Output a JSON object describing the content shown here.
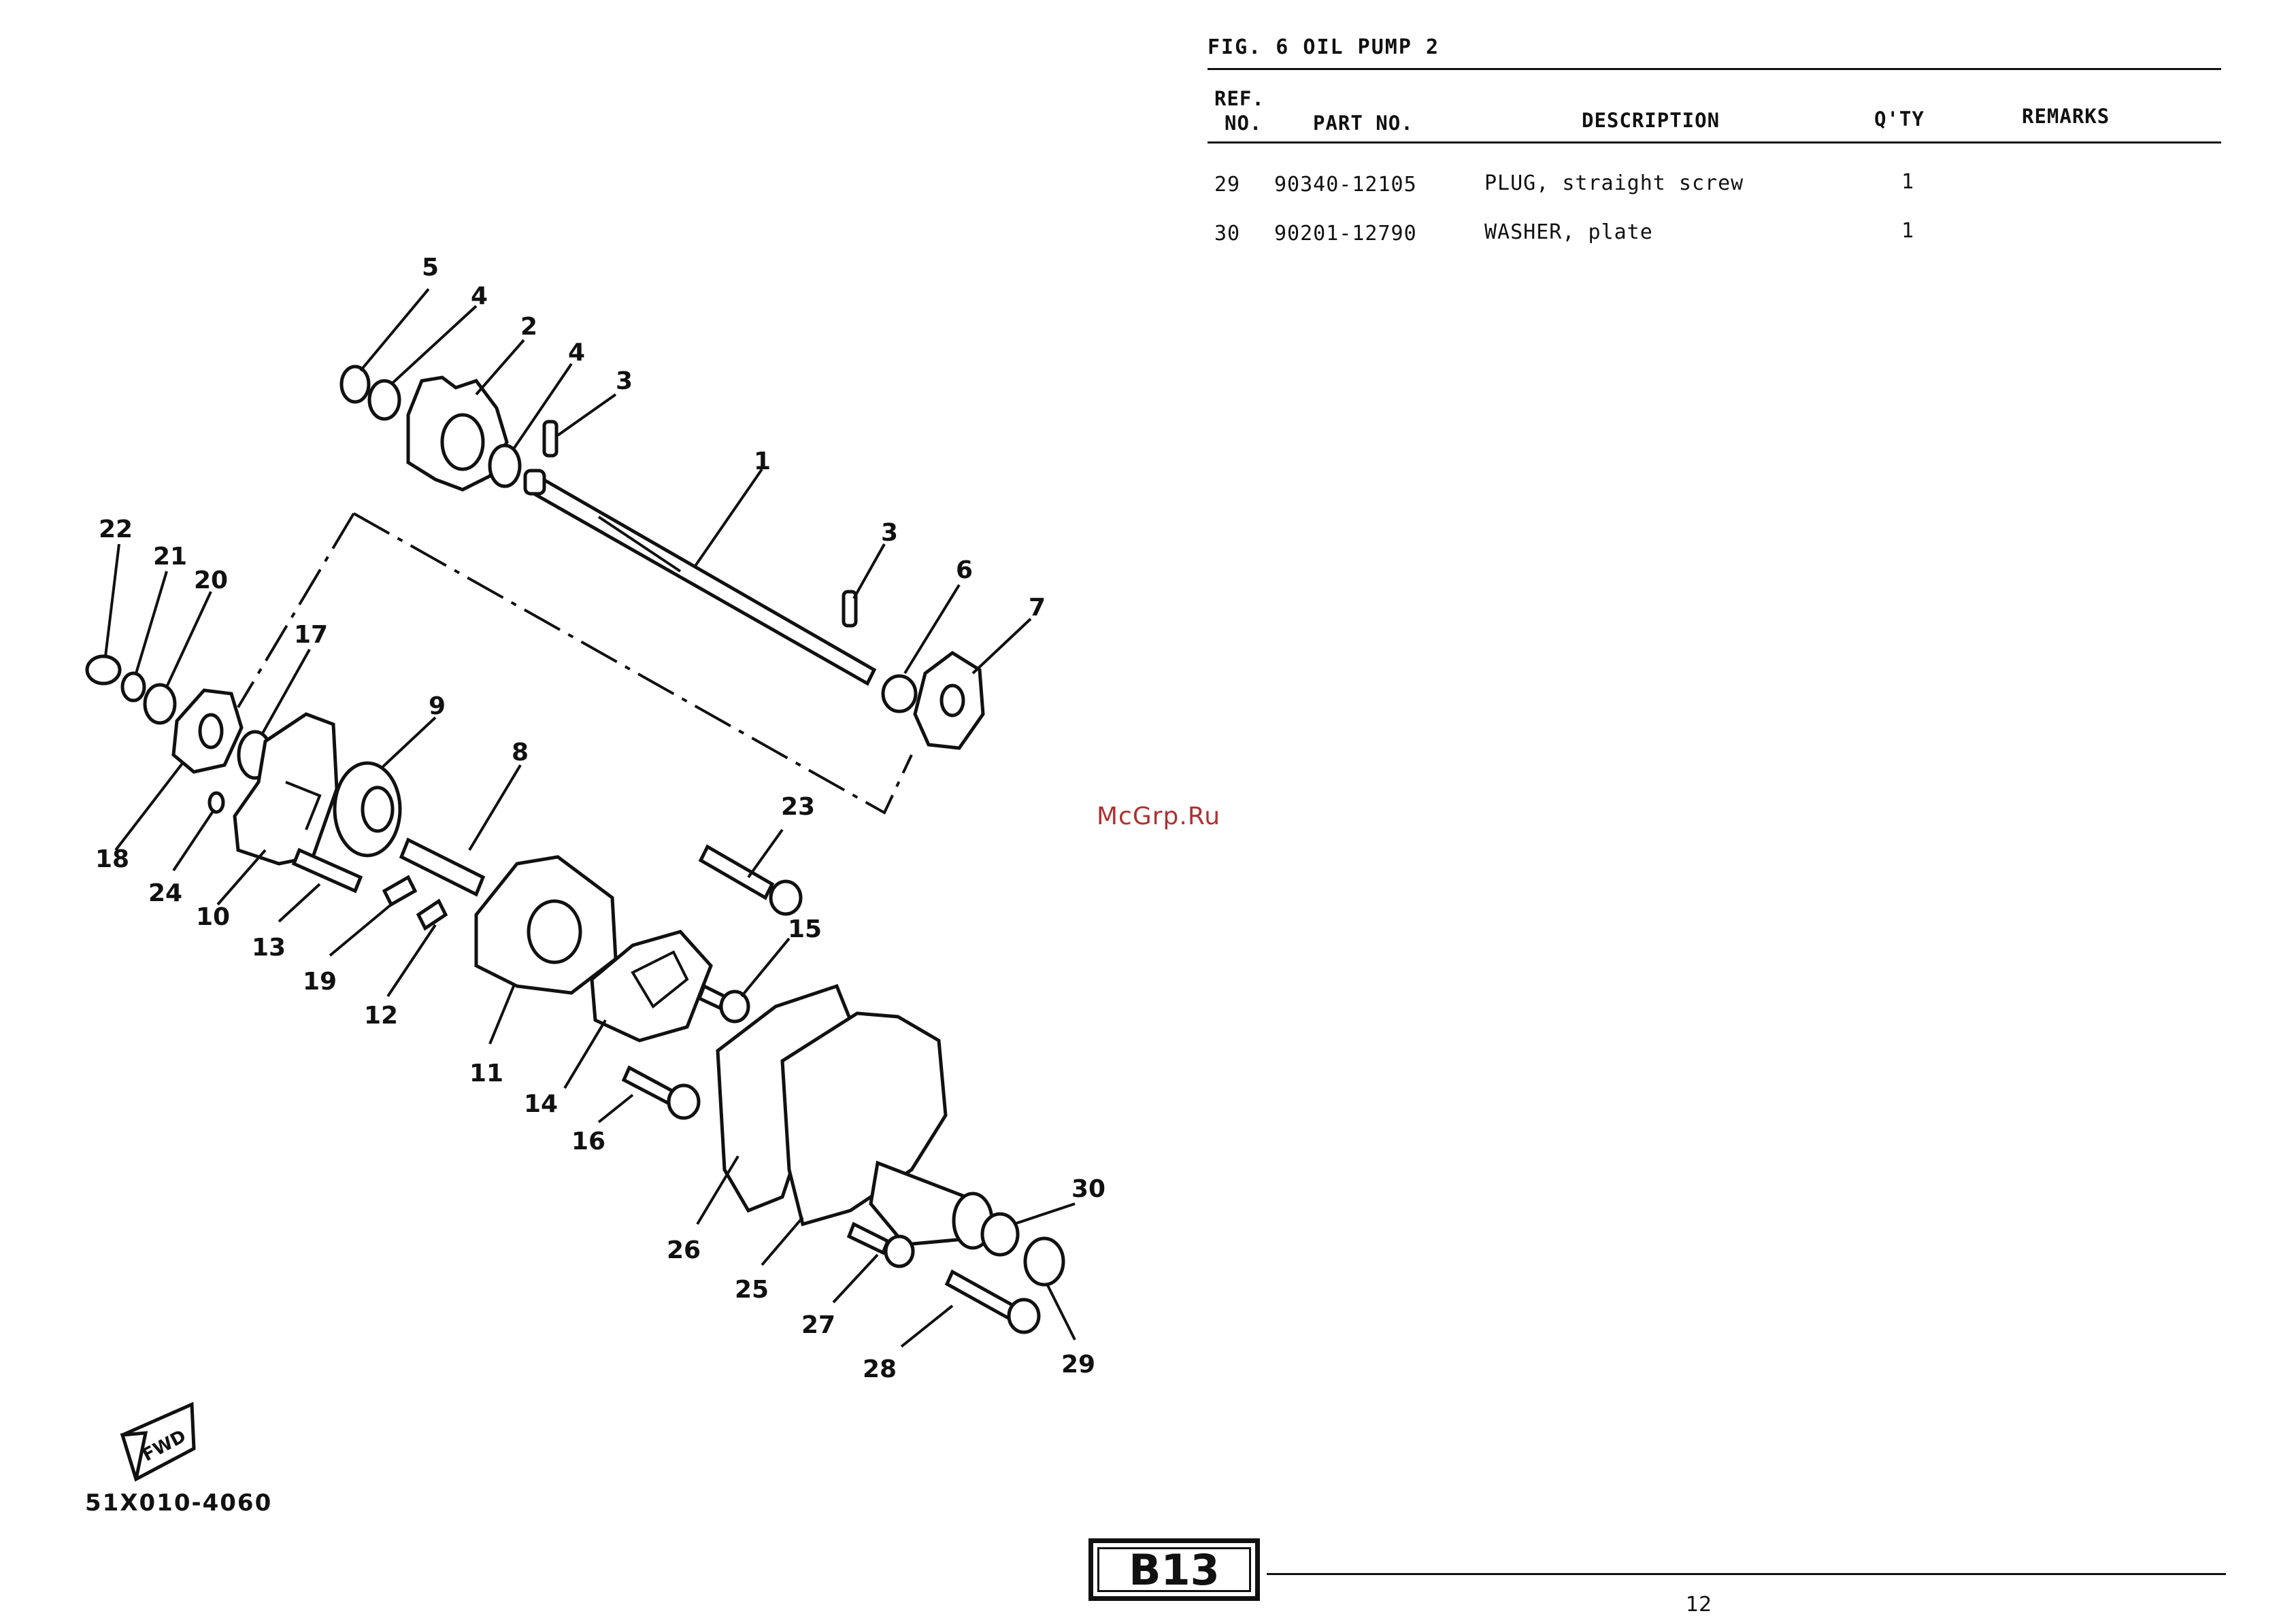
{
  "document": {
    "figure_title": "FIG. 6 OIL PUMP 2",
    "diagram_code": "51X010-4060",
    "watermark": "McGrp.Ru",
    "section_badge": "B13",
    "page_number": "12"
  },
  "table": {
    "headers": {
      "ref_line1": "REF.",
      "ref_line2": "NO.",
      "part_no": "PART NO.",
      "description": "DESCRIPTION",
      "qty": "Q'TY",
      "remarks": "REMARKS"
    },
    "rows": [
      {
        "ref": "29",
        "part_no": "90340-12105",
        "description": "PLUG, straight screw",
        "qty": "1",
        "remarks": ""
      },
      {
        "ref": "30",
        "part_no": "90201-12790",
        "description": "WASHER, plate",
        "qty": "1",
        "remarks": ""
      }
    ]
  },
  "diagram": {
    "callouts": [
      "1",
      "2",
      "3",
      "3",
      "4",
      "4",
      "5",
      "6",
      "7",
      "8",
      "9",
      "10",
      "11",
      "12",
      "13",
      "14",
      "15",
      "16",
      "17",
      "18",
      "19",
      "20",
      "21",
      "22",
      "23",
      "24",
      "25",
      "26",
      "27",
      "28",
      "29",
      "30"
    ],
    "fwd_mark": "FWD"
  }
}
